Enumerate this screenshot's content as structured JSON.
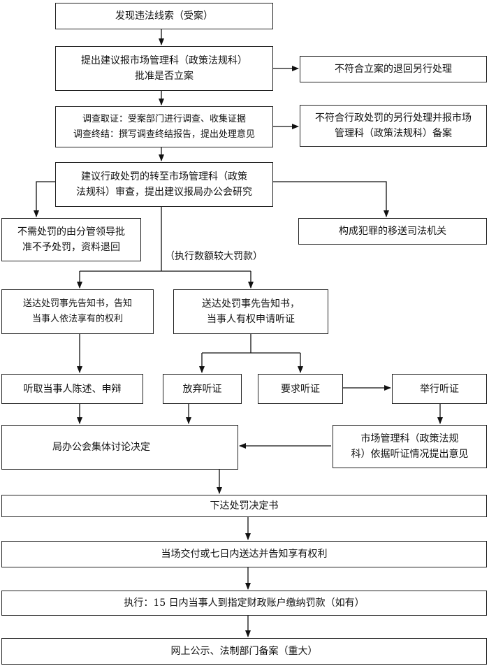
{
  "boxes": {
    "b1": "发现违法线索（受案）",
    "b2_line1": "提出建议报市场管理科（政策法规科）",
    "b2_line2": "批准是否立案",
    "b3": "不符合立案的退回另行处理",
    "b4_line1": "调查取证：受案部门进行调查、收集证据",
    "b4_line2": "调查终结：撰写调查终结报告，提出处理意见",
    "b5_line1": "不符合行政处罚的另行处理并报市场",
    "b5_line2": "管理科（政策法规科）备案",
    "b6_line1": "建议行政处罚的转至市场管理科（政策",
    "b6_line2": "法规科）审查，提出建议报局办公会研究",
    "b7_line1": "不需处罚的由分管领导批",
    "b7_line2": "准不予处罚，资料退回",
    "b8": "构成犯罪的移送司法机关",
    "b9_line1": "送达处罚事先告知书，告知",
    "b9_line2": "当事人依法享有的权利",
    "b10_line1": "送达处罚事先告知书，",
    "b10_line2": "当事人有权申请听证",
    "b11": "听取当事人陈述、申辩",
    "b12": "放弃听证",
    "b13": "要求听证",
    "b14": "举行听证",
    "b15": "局办公会集体讨论决定",
    "b16_line1": "市场管理科（政策法规",
    "b16_line2": "科）依据听证情况提出意见",
    "b17": "下达处罚决定书",
    "b18": "当场交付或七日内送达并告知享有权利",
    "b19": "执行：15 日内当事人到指定财政账户缴纳罚款（如有）",
    "b20": "网上公示、法制部门备案（重大）"
  },
  "labels": {
    "large_fine": "（执行数额较大罚款）"
  }
}
